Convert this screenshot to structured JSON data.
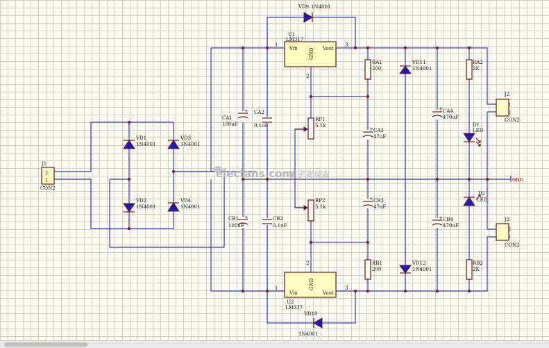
{
  "watermark": {
    "text": "elecfans.com",
    "cn": "电子发烧友"
  },
  "net": {
    "gnd": "GND"
  },
  "connectors": {
    "j1": {
      "ref": "J1",
      "part": "CON2",
      "pin_top": "2",
      "pin_bot": "1"
    },
    "j2": {
      "ref": "J2",
      "part": "CON2",
      "pin_top": "1",
      "pin_bot": "2"
    },
    "j3": {
      "ref": "J3",
      "part": "CON2",
      "pin_top": "2",
      "pin_bot": "1"
    }
  },
  "regulators": {
    "u1": {
      "ref": "U1",
      "part": "LM317",
      "vin": "Vin",
      "vout": "Vout",
      "gnd": "GND",
      "pin_in": "1",
      "pin_out": "3",
      "pin_adj": "2"
    },
    "u2": {
      "ref": "U2",
      "part": "LM337",
      "vin": "Vin",
      "vout": "Vout",
      "gnd": "GND",
      "pin_in": "1",
      "pin_out": "3",
      "pin_adj": "2"
    }
  },
  "diodes": {
    "vd1": {
      "ref": "VD1",
      "part": "1N4001"
    },
    "vd2": {
      "ref": "VD2",
      "part": "1N4001"
    },
    "vd3": {
      "ref": "VD3",
      "part": "1N4001"
    },
    "vd4": {
      "ref": "VD4",
      "part": "1N4001"
    },
    "vd9": {
      "ref": "VD9",
      "part": "1N4001"
    },
    "vd10": {
      "ref": "VD10",
      "part": "1N4001"
    },
    "vd11": {
      "ref": "VD11",
      "part": "1N4001"
    },
    "vd12": {
      "ref": "VD12",
      "part": "1N4001"
    }
  },
  "capacitors": {
    "ca1": {
      "ref": "CA1",
      "value": "100uF"
    },
    "ca2": {
      "ref": "CA2",
      "value": "0.1uF"
    },
    "ca3": {
      "ref": "CA3",
      "value": "47uF"
    },
    "ca4": {
      "ref": "CA4",
      "value": "470uF"
    },
    "cb1": {
      "ref": "CB1",
      "value": "100uF"
    },
    "cb2": {
      "ref": "CB2",
      "value": "0.1uF"
    },
    "cb3": {
      "ref": "CB3",
      "value": "47uF"
    },
    "cb4": {
      "ref": "CB4",
      "value": "470uF"
    }
  },
  "resistors": {
    "ra1": {
      "ref": "RA1",
      "value": "200"
    },
    "ra2": {
      "ref": "RA2",
      "value": "2K"
    },
    "rb1": {
      "ref": "RB1",
      "value": "200"
    },
    "rb2": {
      "ref": "RB2",
      "value": "2K"
    },
    "rp1": {
      "ref": "RP1",
      "value": "5.1k"
    },
    "rp2": {
      "ref": "RP2",
      "value": "5.1k"
    }
  },
  "leds": {
    "d1": {
      "ref": "D1",
      "part": "LED"
    },
    "d2": {
      "ref": "D2",
      "part": "LED"
    }
  },
  "polarity": "+"
}
